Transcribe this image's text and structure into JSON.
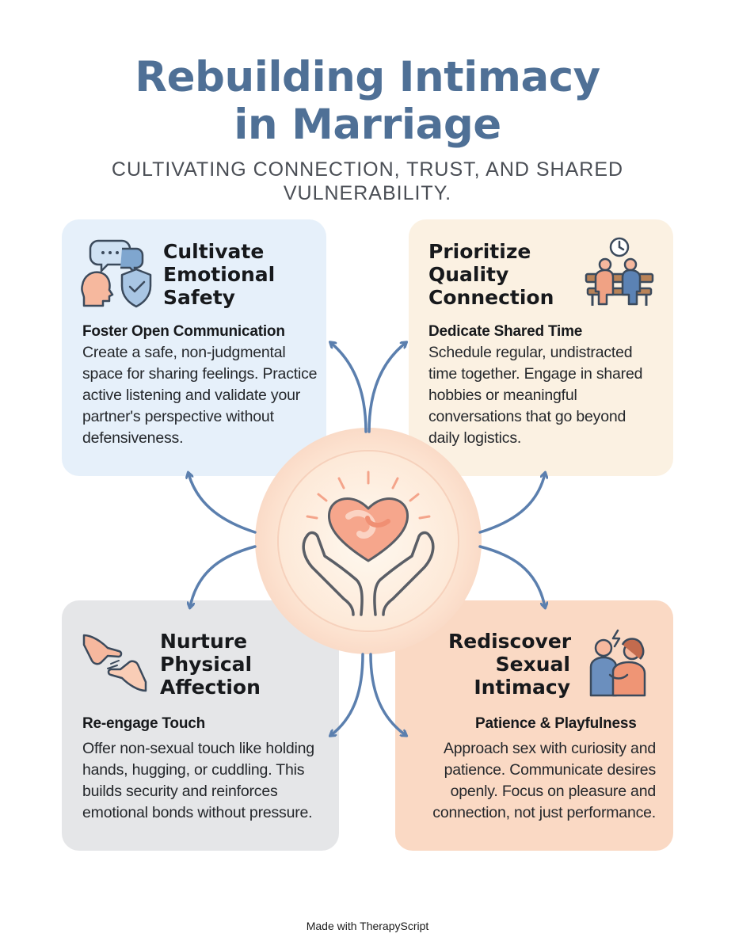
{
  "header": {
    "title_line1": "Rebuilding Intimacy",
    "title_line2": "in Marriage",
    "subtitle": "CULTIVATING CONNECTION, TRUST, AND SHARED VULNERABILITY."
  },
  "cards": {
    "emotional_safety": {
      "title_lines": [
        "Cultivate",
        "Emotional",
        "Safety"
      ],
      "subtitle": "Foster Open Communication",
      "body": "Create a safe, non-judgmental space for sharing feelings. Practice active listening and validate your partner's perspective without defensiveness."
    },
    "quality_connection": {
      "title_lines": [
        "Prioritize",
        "Quality",
        "Connection"
      ],
      "subtitle": "Dedicate Shared Time",
      "body": "Schedule regular, undistracted time together. Engage in shared hobbies or meaningful conversations that go beyond daily logistics."
    },
    "physical_affection": {
      "title_lines": [
        "Nurture",
        "Physical",
        "Affection"
      ],
      "subtitle": "Re-engage Touch",
      "body": "Offer non-sexual touch like holding hands, hugging, or cuddling. This builds security and reinforces emotional bonds without pressure."
    },
    "sexual_intimacy": {
      "title_lines": [
        "Rediscover",
        "Sexual",
        "Intimacy"
      ],
      "subtitle": "Patience & Playfulness",
      "body": "Approach sex with curiosity and patience. Communicate desires openly. Focus on pleasure and connection, not just performance."
    }
  },
  "icons": {
    "emotional_safety": "speech-bubbles-head-shield-icon",
    "quality_connection": "couple-on-bench-clock-icon",
    "physical_affection": "holding-hands-icon",
    "sexual_intimacy": "embracing-couple-spark-icon",
    "center": "heart-in-hands-icon"
  },
  "colors": {
    "title": "#4f7096",
    "arrow": "#5b7fae",
    "card_blue": "#e6f0fa",
    "card_cream": "#fbf1e2",
    "card_gray": "#e5e6e8",
    "card_peach": "#fad9c4",
    "heart": "#f4a48a"
  },
  "footer": {
    "text": "Made with TherapyScript"
  }
}
